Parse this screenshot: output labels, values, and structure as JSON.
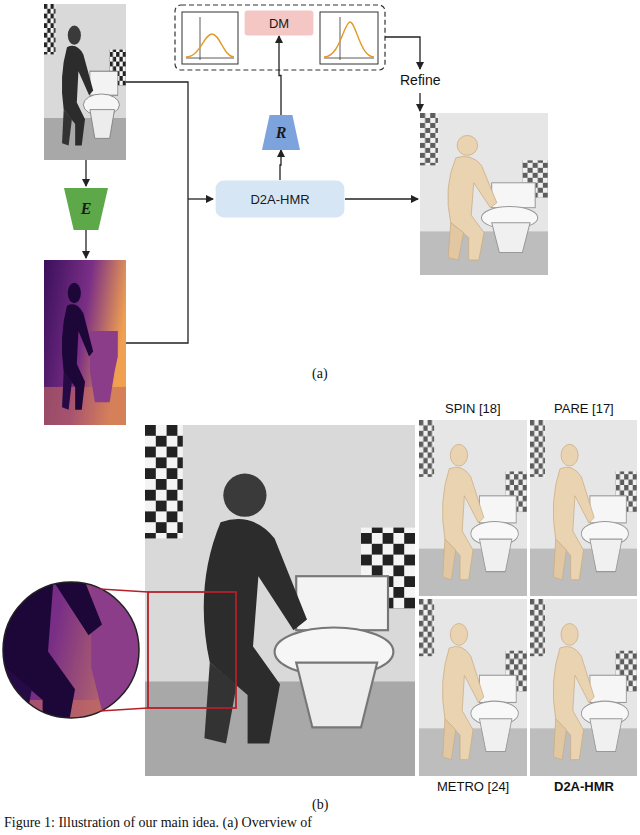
{
  "diagram": {
    "caption": "Figure 1: Illustration of our main idea. (a) Overview of",
    "nodes": [
      {
        "text": [
          "DM"
        ]
      },
      {
        "text": [
          "R"
        ]
      },
      {
        "text": [
          "D2A-HMR"
        ]
      },
      {
        "text": [
          "E"
        ]
      }
    ],
    "edges": [
      {
        "from": 2,
        "to": 1,
        "arrow": "to"
      },
      {
        "from": 1,
        "to": 0,
        "arrow": "to"
      }
    ],
    "labels": [
      "Refine",
      "(a)",
      "SPIN [18]",
      "PARE [17]",
      "METRO [24]",
      "D2A-HMR",
      "(b)"
    ]
  }
}
